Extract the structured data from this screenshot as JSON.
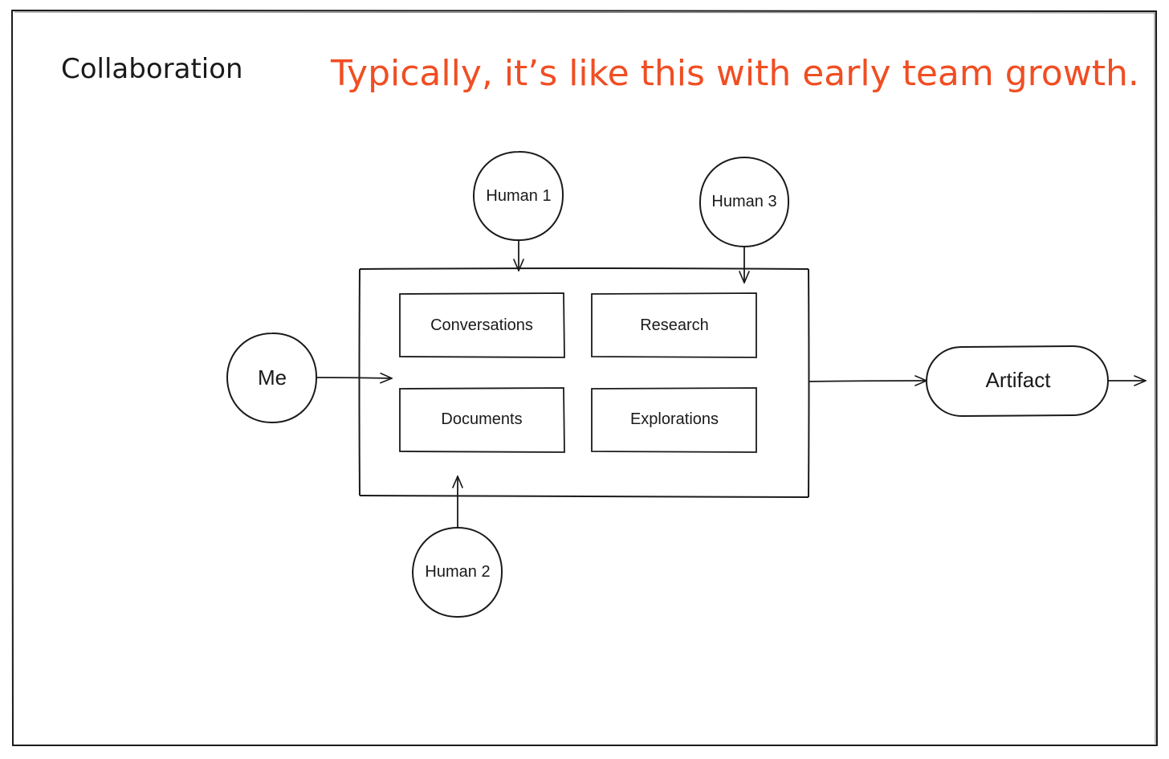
{
  "heading": {
    "title": "Collaboration",
    "subtitle": "Typically, it’s like this with early team growth."
  },
  "colors": {
    "ink": "#1a1a1a",
    "accent": "#f04e23",
    "background": "#ffffff"
  },
  "nodes": {
    "me": "Me",
    "human1": "Human 1",
    "human2": "Human 2",
    "human3": "Human 3",
    "artifact": "Artifact"
  },
  "workspace": {
    "conversations": "Conversations",
    "research": "Research",
    "documents": "Documents",
    "explorations": "Explorations"
  }
}
